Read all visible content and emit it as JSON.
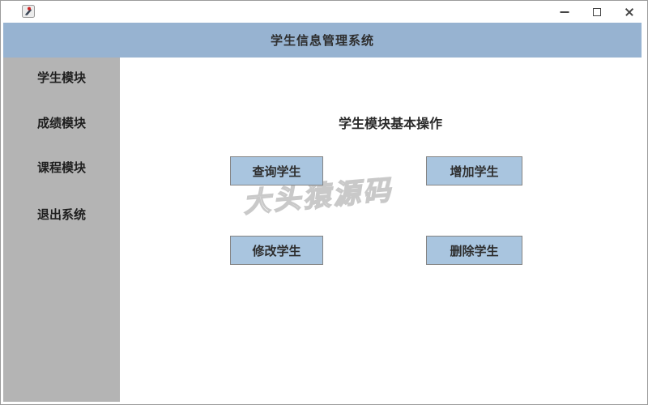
{
  "window": {
    "title_bar": {
      "app_icon": "tk-feather-icon",
      "controls": [
        {
          "name": "minimize-icon"
        },
        {
          "name": "maximize-icon"
        },
        {
          "name": "close-icon"
        }
      ]
    },
    "header": {
      "title": "学生信息管理系统",
      "bg_color": "#97B3D1"
    },
    "sidebar": {
      "bg_color": "#B4B4B4",
      "items": [
        {
          "label": "学生模块"
        },
        {
          "label": "成绩模块"
        },
        {
          "label": "课程模块"
        },
        {
          "label": "退出系统"
        }
      ]
    },
    "main": {
      "heading": "学生模块基本操作",
      "buttons": [
        {
          "label": "查询学生"
        },
        {
          "label": "增加学生"
        },
        {
          "label": "修改学生"
        },
        {
          "label": "删除学生"
        }
      ],
      "button_bg_color": "#A9C5DF",
      "watermark": "大头猿源码",
      "watermark_color": "#C9C9C9"
    }
  }
}
